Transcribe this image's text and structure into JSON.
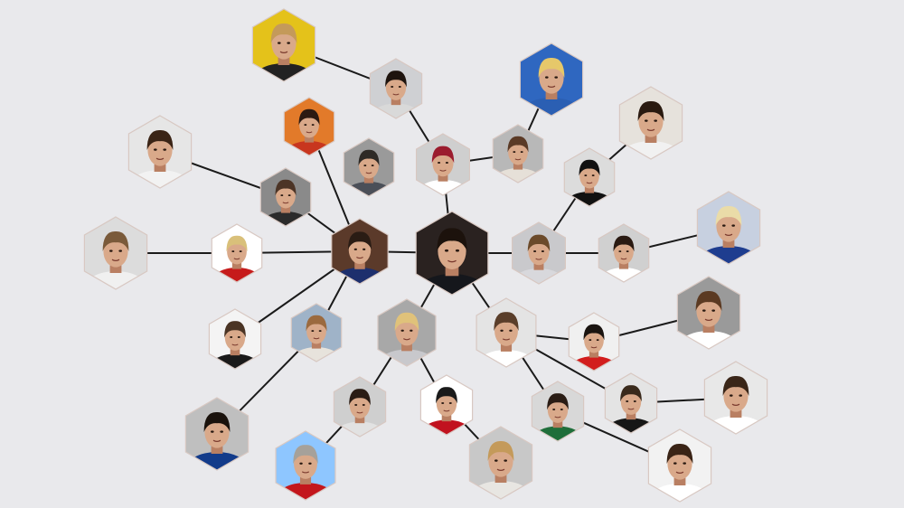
{
  "diagram": {
    "type": "network",
    "node_count": 37,
    "palette": {
      "background": "#e9e9ec",
      "edge": "#1a1a1a",
      "hex_border": "#d8c8c2",
      "skin": "#d9a98a",
      "skin_dark": "#b97f62",
      "hair_dark": "#2a1c14",
      "hair_light": "#d9b55e"
    },
    "nodes": [
      {
        "id": "center",
        "hair": "#1c120c",
        "suit": "#15171c",
        "bg": "#2a2220"
      },
      {
        "id": "hub-left",
        "hair": "#2a1c14",
        "suit": "#1d2f6d",
        "bg": "#5b3a2a"
      },
      {
        "id": "hub-right",
        "hair": "#6b4a2a",
        "suit": "#d8d8dc",
        "bg": "#c9c9cc"
      },
      {
        "id": "top-left-yellow",
        "hair": "#c49a5a",
        "suit": "#222222",
        "bg": "#e4c21a"
      },
      {
        "id": "top-center",
        "hair": "#1e140e",
        "suit": "#e7e2dc",
        "bg": "#d9d2ca"
      },
      {
        "id": "top-blue",
        "hair": "#e6c86a",
        "suit": "#2b5fb3",
        "bg": "#2f67c0"
      },
      {
        "id": "top-right",
        "hair": "#2a1a10",
        "suit": "#f1f1f1",
        "bg": "#e6e2dc"
      },
      {
        "id": "upper-mid",
        "hair": "#2b1a12",
        "suit": "#c8361e",
        "bg": "#e27a2a"
      },
      {
        "id": "left-haas",
        "hair": "#3a2416",
        "suit": "#f2f2f2",
        "bg": "#e6e6e6"
      },
      {
        "id": "mid-left-gray",
        "hair": "#2e2a26",
        "suit": "#4b4f58",
        "bg": "#9a9a9a"
      },
      {
        "id": "mid-dark",
        "hair": "#c9a67a",
        "suit": "#1c1c1c",
        "bg": "#3a3a3a"
      },
      {
        "id": "helmet-red",
        "hair": "#c7161c",
        "suit": "#f2f2f2",
        "bg": "#e0e0e0"
      },
      {
        "id": "bald-right",
        "hair": "#8c6a50",
        "suit": "#ffffff",
        "bg": "#d9d9d9"
      },
      {
        "id": "cap-black",
        "hair": "#111111",
        "suit": "#111111",
        "bg": "#dcdcdc"
      },
      {
        "id": "far-left",
        "hair": "#7a5a3a",
        "suit": "#f0f0f0",
        "bg": "#dcdcdc"
      },
      {
        "id": "kimi-red",
        "hair": "#d9c07a",
        "suit": "#c61b1b",
        "bg": "#ffffff"
      },
      {
        "id": "small-right",
        "hair": "#2a1a12",
        "suit": "#ffffff",
        "bg": "#d0d0d0"
      },
      {
        "id": "blond-right",
        "hair": "#eadca8",
        "suit": "#1e3d8f",
        "bg": "#c7d0e0"
      },
      {
        "id": "stoffel",
        "hair": "#4a3424",
        "suit": "#1a1a1a",
        "bg": "#f4f4f4"
      },
      {
        "id": "lando",
        "hair": "#9b6a3e",
        "suit": "#e7e3dc",
        "bg": "#9fb3c8"
      },
      {
        "id": "rosberg",
        "hair": "#e0c27a",
        "suit": "#c8c8cc",
        "bg": "#a8a8a8"
      },
      {
        "id": "kovalainen",
        "hair": "#5a3e2a",
        "suit": "#ffffff",
        "bg": "#e4e4e4"
      },
      {
        "id": "fisichella",
        "hair": "#1a1410",
        "suit": "#d21d1d",
        "bg": "#f0f0f0"
      },
      {
        "id": "ralf",
        "hair": "#5b3a22",
        "suit": "#ffffff",
        "bg": "#9a9a9a"
      },
      {
        "id": "sainz",
        "hair": "#1a120c",
        "suit": "#123b8a",
        "bg": "#bfbfbf"
      },
      {
        "id": "schumacher",
        "hair": "#2a1c14",
        "suit": "#e2e2e2",
        "bg": "#cfcfcf"
      },
      {
        "id": "webber",
        "hair": "#1a1a1a",
        "suit": "#c1121f",
        "bg": "#ffffff"
      },
      {
        "id": "trulli",
        "hair": "#2a1c14",
        "suit": "#1f6e3a",
        "bg": "#d8d8d8"
      },
      {
        "id": "petrov",
        "hair": "#3a2a1c",
        "suit": "#161616",
        "bg": "#e4e4e4"
      },
      {
        "id": "kubica",
        "hair": "#3a2618",
        "suit": "#ffffff",
        "bg": "#e8e8e8"
      },
      {
        "id": "trophy",
        "hair": "#a6a19a",
        "suit": "#c3161c",
        "bg": "#8ec6ff"
      },
      {
        "id": "vettel",
        "hair": "#c49a5a",
        "suit": "#e8e6e2",
        "bg": "#c8c8c8"
      },
      {
        "id": "bottom-right",
        "hair": "#3a2416",
        "suit": "#ffffff",
        "bg": "#f2f2f2"
      },
      {
        "id": "perez",
        "hair": "#1e140e",
        "suit": "#d9d9d9",
        "bg": "#cfd0d3"
      },
      {
        "id": "barrichello",
        "hair": "#5a3a26",
        "suit": "#e6e0d8",
        "bg": "#b8b8b8"
      },
      {
        "id": "helmet-top",
        "hair": "#9b1c2e",
        "suit": "#ffffff",
        "bg": "#cfcfcf"
      },
      {
        "id": "grosjean",
        "hair": "#4c3426",
        "suit": "#2b2b2b",
        "bg": "#8a8a8a"
      }
    ]
  }
}
